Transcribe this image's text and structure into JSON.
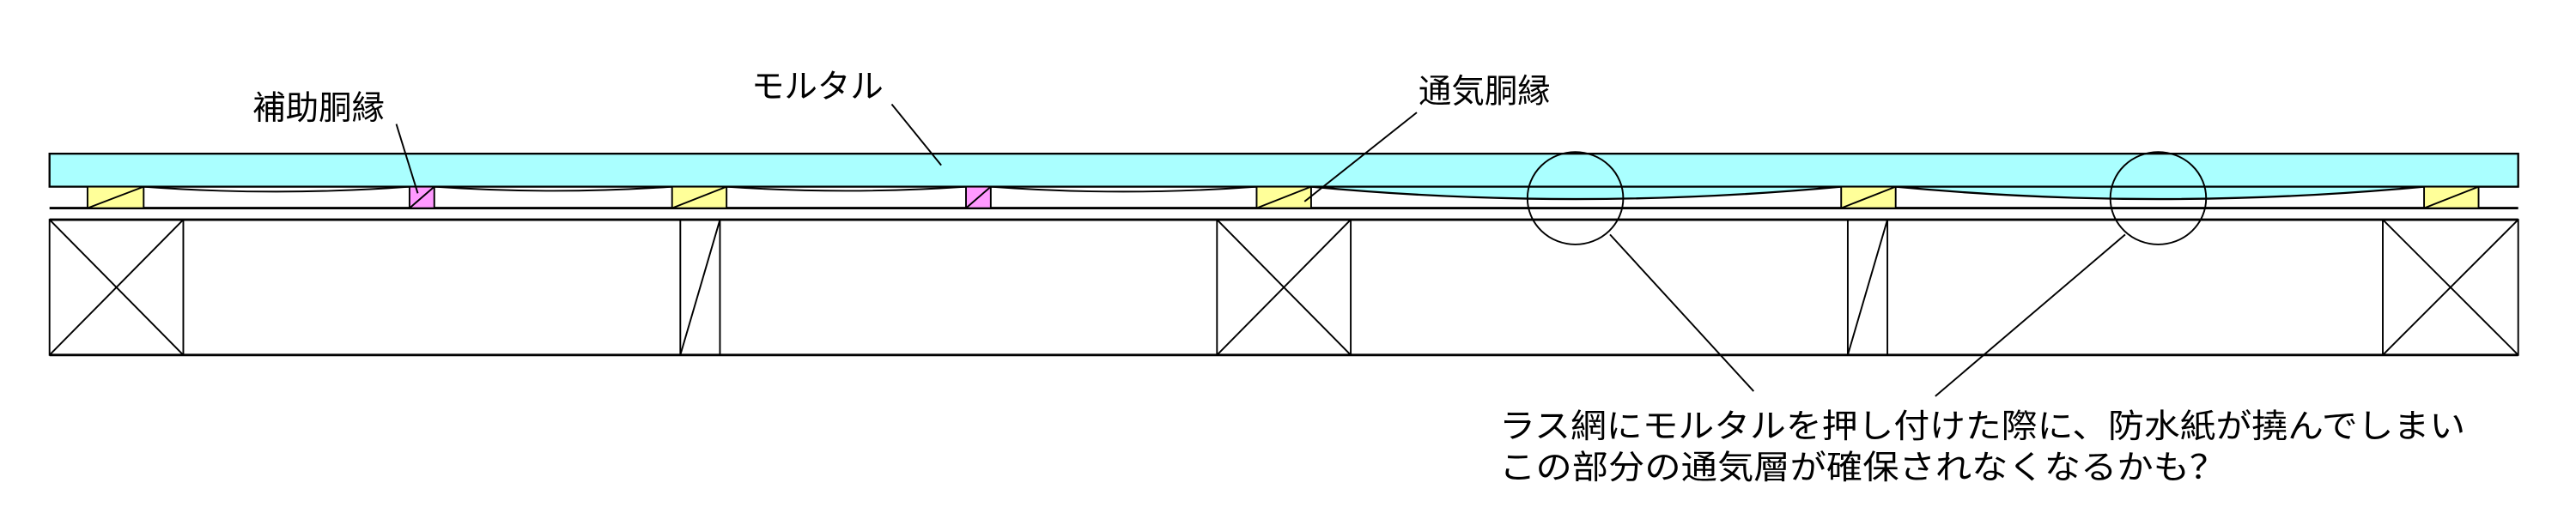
{
  "labels": {
    "auxiliary_furring": "補助胴縁",
    "mortar": "モルタル",
    "vent_furring": "通気胴縁"
  },
  "note": {
    "line1": "ラス網にモルタルを押し付けた際に、防水紙が撓んでしまい",
    "line2": "この部分の通気層が確保されなくなるかも？"
  },
  "colors": {
    "mortar": "#aaffff",
    "vent_furring": "#ffff99",
    "auxiliary_furring": "#ff99ff",
    "line": "#000000"
  }
}
